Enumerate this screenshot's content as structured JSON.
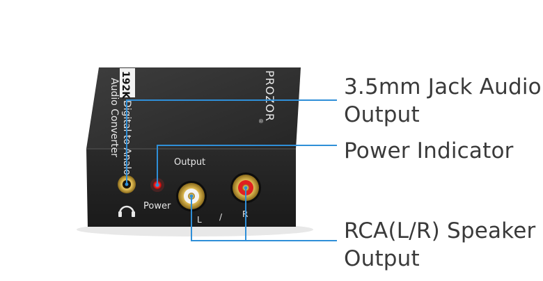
{
  "device": {
    "brand": "PROZOR",
    "brand_mark": "®",
    "badge": "192K",
    "label_line1": "Digital to Analog",
    "label_line2": "Audio Converter",
    "port_label_output": "Output",
    "port_label_power": "Power",
    "port_label_left": "L",
    "port_label_slash": "/",
    "port_label_right": "R",
    "led_color": "#ff2a2a",
    "line_color": "#2f8fd8"
  },
  "callouts": {
    "jack": {
      "line1": "3.5mm Jack Audio",
      "line2": "Output"
    },
    "power": {
      "line1": "Power Indicator"
    },
    "rca": {
      "line1": "RCA(L/R) Speaker",
      "line2": "Output"
    }
  }
}
